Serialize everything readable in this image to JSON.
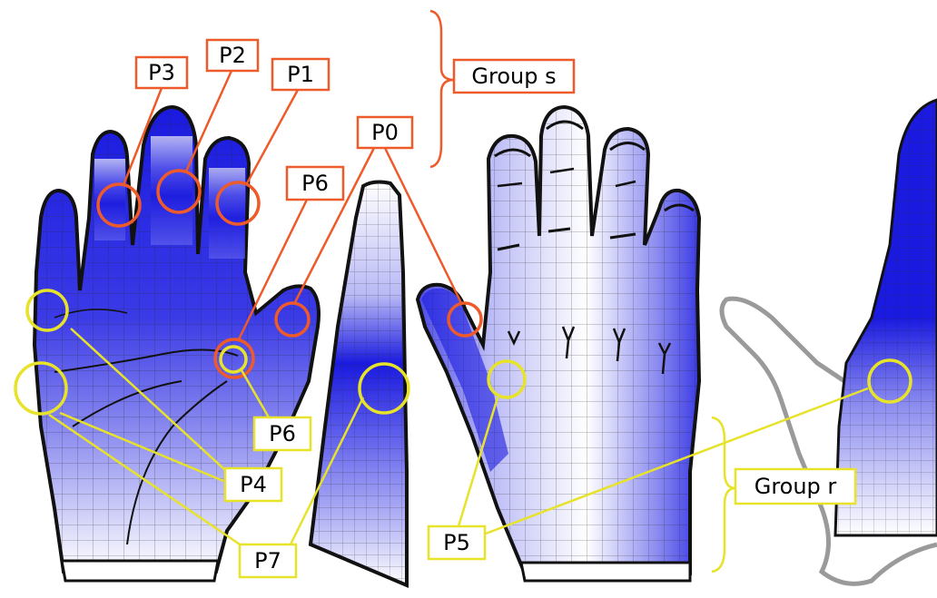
{
  "labels": {
    "P0": "P0",
    "P1": "P1",
    "P2": "P2",
    "P3": "P3",
    "P6_top": "P6",
    "P6_bottom": "P6",
    "P4": "P4",
    "P5": "P5",
    "P7": "P7",
    "group_s": "Group s",
    "group_r": "Group r"
  },
  "colors": {
    "orange": "#ee5a2a",
    "yellow": "#e7e22a",
    "heat_deep": "#1a1ae0",
    "heat_mid": "#5c5cec",
    "heat_light": "#b9b9f6",
    "heat_pale": "#e4e4fb",
    "outline": "#111111",
    "grid": "#2a2a2a",
    "ghost_outline": "#9a9a9a"
  }
}
